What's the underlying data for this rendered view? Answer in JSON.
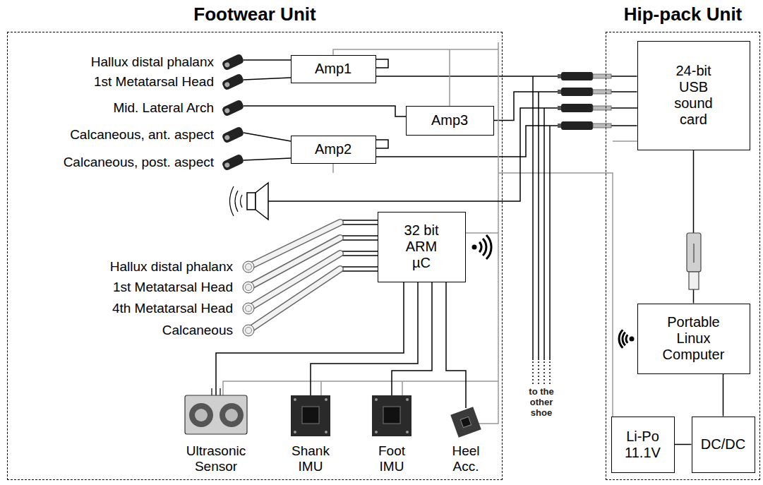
{
  "diagram": {
    "nodes": [
      {
        "text": [
          "Footwear Unit"
        ]
      },
      {
        "text": [
          "Amp1"
        ],
        "in": 0
      },
      {
        "text": [
          "Amp3"
        ],
        "in": 0
      },
      {
        "text": [
          "Amp2"
        ],
        "in": 0
      },
      {
        "text": [
          "32 bit ARM µC"
        ],
        "in": 0
      },
      {
        "text": [
          "Hip-pack Unit"
        ]
      },
      {
        "text": [
          "24-bit USB sound card"
        ],
        "in": 5
      },
      {
        "text": [
          "Portable Linux Computer"
        ],
        "in": 5
      },
      {
        "text": [
          "Li-Po 11.1V"
        ],
        "in": 5
      },
      {
        "text": [
          "DC/DC"
        ],
        "in": 5
      }
    ],
    "edges": [
      {
        "from": 1,
        "to": 6,
        "arrow": "none"
      },
      {
        "from": 2,
        "to": 6,
        "arrow": "none"
      },
      {
        "from": 3,
        "to": 6,
        "arrow": "none"
      },
      {
        "from": 6,
        "to": 7,
        "arrow": "none"
      },
      {
        "from": 8,
        "to": 9,
        "arrow": "none"
      },
      {
        "from": 9,
        "to": 7,
        "arrow": "none"
      }
    ],
    "labels": [
      "Hallux distal phalanx",
      "1st Metatarsal Head",
      "Mid. Lateral Arch",
      "Calcaneous, ant. aspect",
      "Calcaneous, post. aspect",
      "Hallux distal phalanx",
      "1st Metatarsal Head",
      "4th Metatarsal Head",
      "Calcaneous",
      "Ultrasonic Sensor",
      "Shank IMU",
      "Foot IMU",
      "Heel Acc.",
      "to the other shoe"
    ]
  }
}
